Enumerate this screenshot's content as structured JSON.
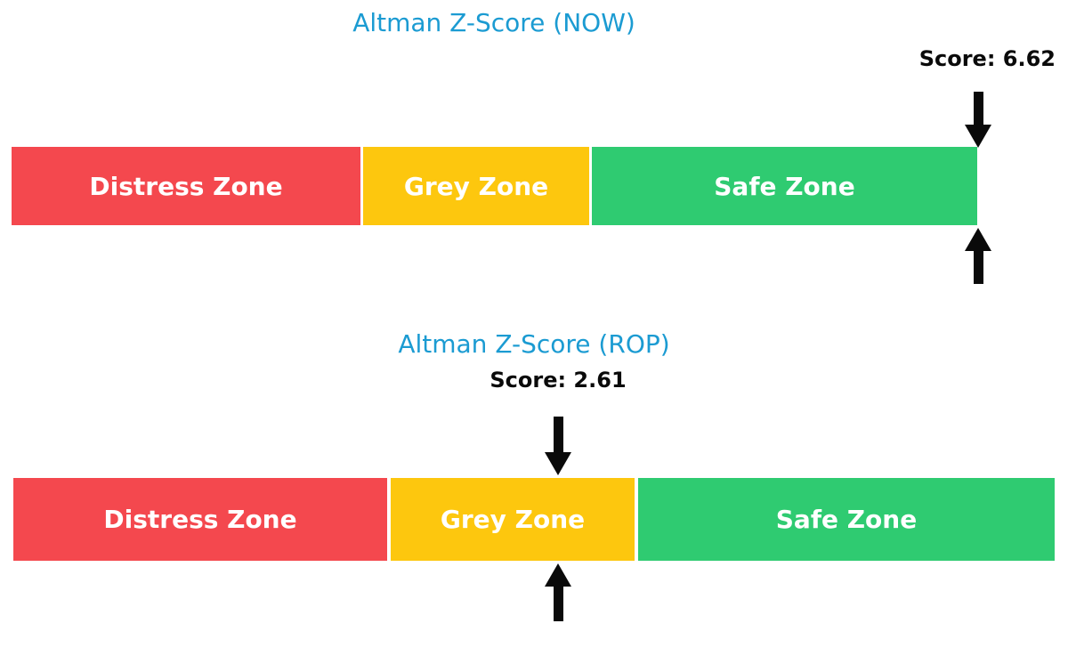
{
  "colors": {
    "title_blue": "#1B9BD2",
    "distress_red": "#F4484E",
    "grey_yellow": "#FDC70E",
    "safe_green": "#2FCB71",
    "arrow_black": "#0A0A0A",
    "zone_label_white": "#FFFFFF",
    "background": "#FFFFFF"
  },
  "chart_data": [
    {
      "type": "bar",
      "subtype": "zone-gauge",
      "title": "Altman Z-Score (NOW)",
      "score": 6.62,
      "score_label": "Score: 6.62",
      "xlim": [
        0,
        5
      ],
      "marker_note": "score 6.62 exceeds axis max; arrows clamped to right edge of Safe Zone",
      "segments": [
        {
          "label": "Distress Zone",
          "range": [
            0,
            1.81
          ],
          "color": "#F4484E"
        },
        {
          "label": "Grey Zone",
          "range": [
            1.81,
            2.99
          ],
          "color": "#FDC70E"
        },
        {
          "label": "Safe Zone",
          "range": [
            2.99,
            5.0
          ],
          "color": "#2FCB71"
        }
      ]
    },
    {
      "type": "bar",
      "subtype": "zone-gauge",
      "title": "Altman Z-Score (ROP)",
      "score": 2.61,
      "score_label": "Score: 2.61",
      "xlim": [
        0,
        5
      ],
      "marker_note": "arrows mark score 2.61 inside Grey Zone",
      "segments": [
        {
          "label": "Distress Zone",
          "range": [
            0,
            1.81
          ],
          "color": "#F4484E"
        },
        {
          "label": "Grey Zone",
          "range": [
            1.81,
            2.99
          ],
          "color": "#FDC70E"
        },
        {
          "label": "Safe Zone",
          "range": [
            2.99,
            5.0
          ],
          "color": "#2FCB71"
        }
      ]
    }
  ]
}
